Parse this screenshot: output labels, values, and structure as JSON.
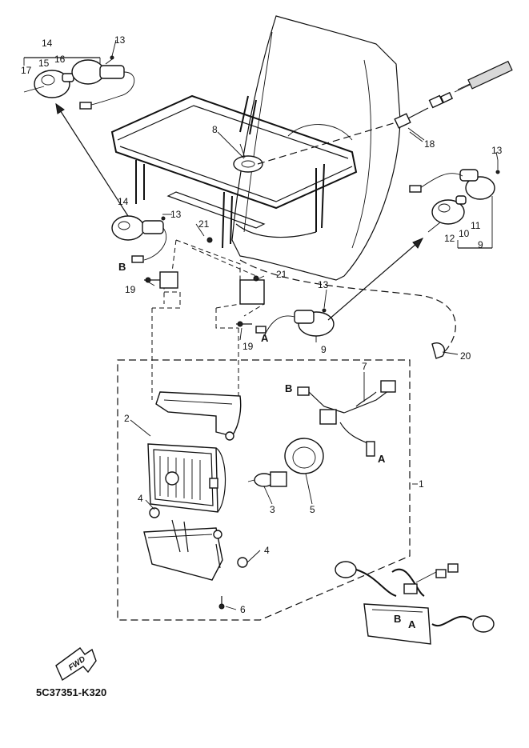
{
  "diagram": {
    "part_code": "5C37351-K320",
    "direction_label": "FWD",
    "callouts": {
      "c1": "1",
      "c2": "2",
      "c3": "3",
      "c4a": "4",
      "c4b": "4",
      "c5": "5",
      "c6": "6",
      "c7": "7",
      "c8": "8",
      "c9a": "9",
      "c9b": "9",
      "c10": "10",
      "c11": "11",
      "c12": "12",
      "c13a": "13",
      "c13b": "13",
      "c13c": "13",
      "c13d": "13",
      "c14a": "14",
      "c14b": "14",
      "c15": "15",
      "c16": "16",
      "c17": "17",
      "c18": "18",
      "c19a": "19",
      "c19b": "19",
      "c20": "20",
      "c21a": "21",
      "c21b": "21"
    },
    "connectors": {
      "a1": "A",
      "a2": "A",
      "a3": "A",
      "b1": "B",
      "b2": "B",
      "b3": "B"
    }
  }
}
